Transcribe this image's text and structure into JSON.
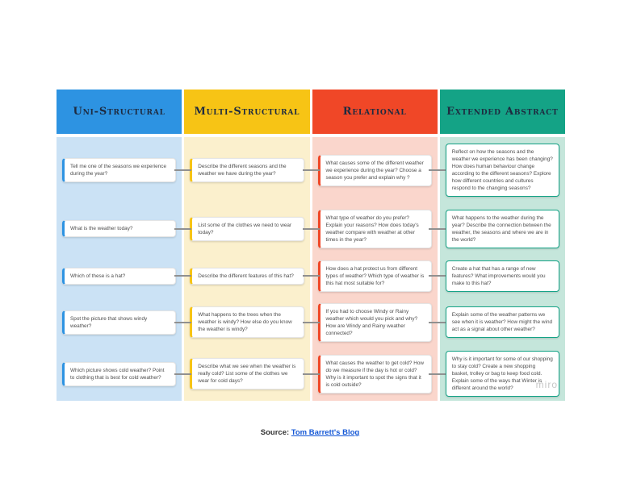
{
  "board": {
    "columns": [
      {
        "title": "Uni-Structural",
        "accent": "#2D93E2",
        "bg": "#CBE2F5",
        "cards": [
          "Tell me one of the seasons we experience during the year?",
          "What is the weather today?",
          "Which of these is a hat?",
          "Spot the picture that shows windy weather?",
          "Which picture shows cold weather? Point to clothing that is best for cold weather?"
        ]
      },
      {
        "title": "Multi-Structural",
        "accent": "#F7C415",
        "bg": "#FBF0CD",
        "cards": [
          "Describe the different seasons and the weather we have during the year?",
          "List some of the clothes we need to wear today?",
          "Describe the different features of this hat?",
          "What happens to the trees when the weather is windy? How else do you know the weather is windy?",
          "Describe what we see when the weather is really cold? List some of the clothes we wear for cold days?"
        ]
      },
      {
        "title": "Relational",
        "accent": "#F04727",
        "bg": "#FAD6CC",
        "cards": [
          "What causes some of the different weather we experience during the year? Choose a season you prefer and explain why ?",
          "What type of weather do you prefer? Explain your reasons? How does today's weather compare with weather at other times in the year?",
          "How does a hat protect us from different types of weather? Which type of weather is this hat most suitable for?",
          "If you had to choose Windy or Rainy weather which would you pick and why? How are Windy and Rainy weather connected?",
          "What causes the weather to get cold? How do we measure if the day is hot or cold? Why is it important to spot the signs that it is cold outside?"
        ]
      },
      {
        "title": "Extended Abstract",
        "accent": "#14A386",
        "bg": "#C5E6DB",
        "cards": [
          "Reflect on how the seasons and the weather we experience has been changing? How does human behaviour change according to the different seasons? Explore how different countries and cultures respond to the changing seasons?",
          "What happens to the weather during the year? Describe the connection between the weather, the seasons and where we are in the world?",
          "Create a hat that has a range of new features? What improvements would you make to this hat?",
          "Explain some of the weather patterns we see when it is weather? How might the wind act as a signal about other weather?",
          "Why is it important for some of our shopping to stay cold? Create a new shopping basket, trolley or bag to keep food cold. Explain some of the ways that Winter is different around the world?"
        ]
      }
    ],
    "watermark": "miro"
  },
  "footer": {
    "source_label": "Source:",
    "link_text": "Tom Barrett's Blog"
  }
}
